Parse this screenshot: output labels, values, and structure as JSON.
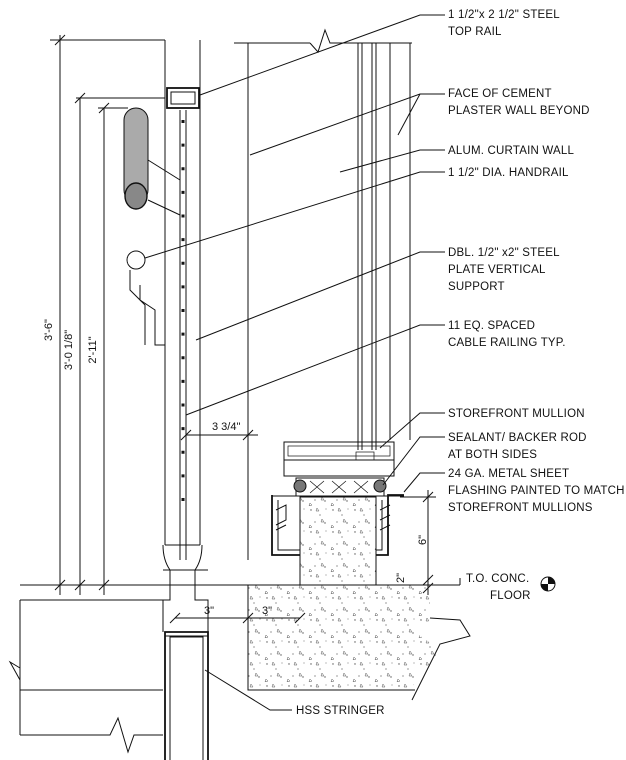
{
  "labels": {
    "top_rail": [
      "1 1/2\"x 2 1/2\" STEEL",
      "TOP RAIL"
    ],
    "cement_wall": [
      "FACE OF CEMENT",
      "PLASTER WALL BEYOND"
    ],
    "curtain_wall": [
      "ALUM. CURTAIN WALL"
    ],
    "handrail": [
      "1 1/2\" DIA. HANDRAIL"
    ],
    "vertical_support": [
      "DBL. 1/2\" x2\" STEEL",
      "PLATE VERTICAL",
      "SUPPORT"
    ],
    "cable_railing": [
      "11 EQ. SPACED",
      "CABLE RAILING TYP."
    ],
    "storefront_mullion": [
      "STOREFRONT MULLION"
    ],
    "sealant": [
      "SEALANT/ BACKER ROD",
      "AT BOTH SIDES"
    ],
    "flashing": [
      "24 GA. METAL SHEET",
      "FLASHING PAINTED TO MATCH",
      "STOREFRONT MULLIONS"
    ],
    "floor": [
      "T.O. CONC.",
      "FLOOR"
    ],
    "stringer": [
      "HSS STRINGER"
    ]
  },
  "dimensions": {
    "overall_height": "3'-6\"",
    "height_2": "3'-0 1/8\"",
    "height_3": "2'-11\"",
    "offset": "3 3/4\"",
    "curb_height": "6\"",
    "step": "2\"",
    "gap_a": "3\"",
    "gap_b": "3\""
  }
}
